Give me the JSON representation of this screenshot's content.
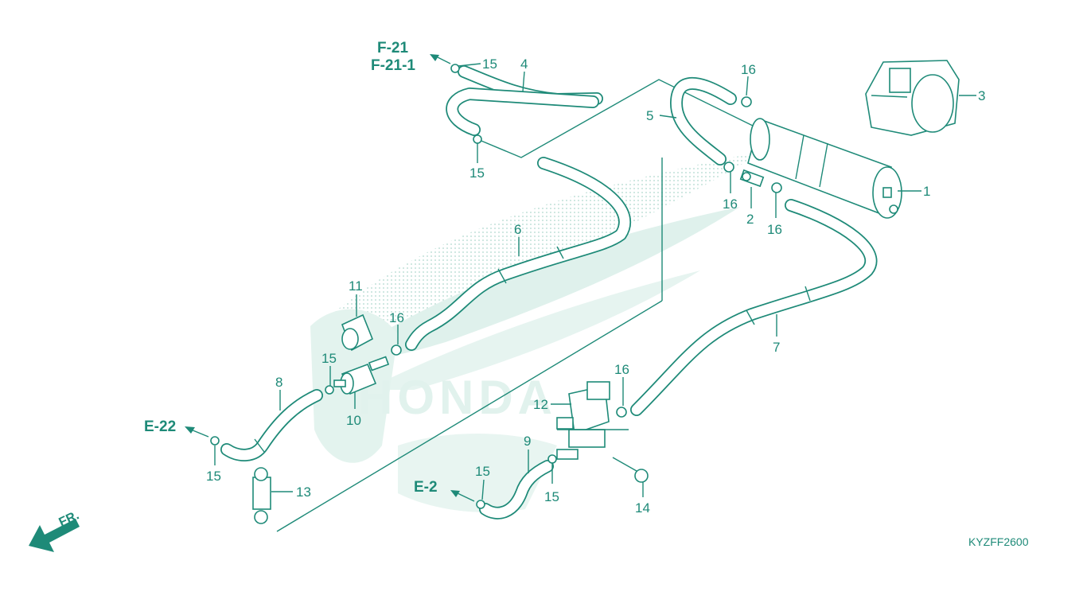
{
  "diagram_code": "KYZFF2600",
  "front_indicator": "FR.",
  "refs": {
    "f21": "F-21",
    "f21_1": "F-21-1",
    "e22": "E-22",
    "e2": "E-2"
  },
  "parts": {
    "p1": "1",
    "p2": "2",
    "p3": "3",
    "p4": "4",
    "p5": "5",
    "p6": "6",
    "p7": "7",
    "p8": "8",
    "p9": "9",
    "p10": "10",
    "p11": "11",
    "p12": "12",
    "p13": "13",
    "p14": "14",
    "p15": "15",
    "p16": "16"
  },
  "colors": {
    "line": "#1e8a78",
    "watermark": "#d7efe9",
    "background": "#ffffff"
  }
}
